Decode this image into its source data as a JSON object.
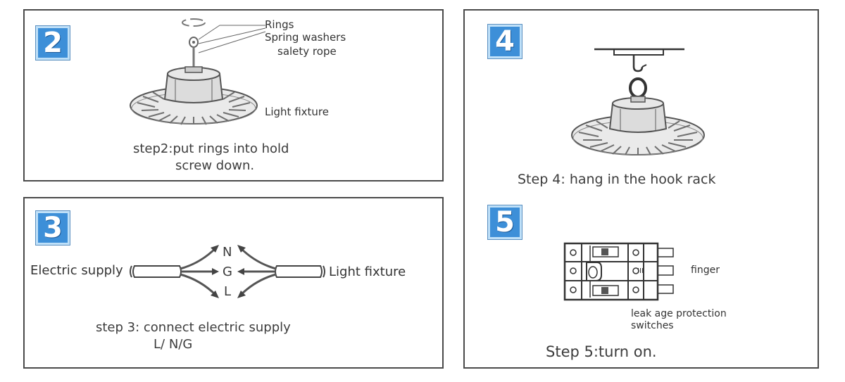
{
  "step2": {
    "number": "2",
    "labels": {
      "rings": "Rings",
      "spring_washers": "Spring washers",
      "safety_rope": "salety rope",
      "light_fixture": "Light fixture"
    },
    "caption_line1": "step2:put rings into hold",
    "caption_line2": "screw down."
  },
  "step3": {
    "number": "3",
    "electric_supply": "Electric supply",
    "light_fixture": "Light fixture",
    "wires": {
      "n": "N",
      "g": "G",
      "l": "L"
    },
    "caption_line1": "step 3:  connect electric supply",
    "caption_line2": "L/ N/G"
  },
  "step4": {
    "number": "4",
    "caption": "Step 4: hang in the hook rack"
  },
  "step5": {
    "number": "5",
    "finger": "finger",
    "switch_label_line1": "leak age protection",
    "switch_label_line2": "switches",
    "switch_mark": "III",
    "caption": "Step 5:turn on."
  },
  "colors": {
    "badge_blue": "#3d8fd8",
    "badge_border": "#bfe0f8",
    "panel_border": "#4a4a4a"
  }
}
